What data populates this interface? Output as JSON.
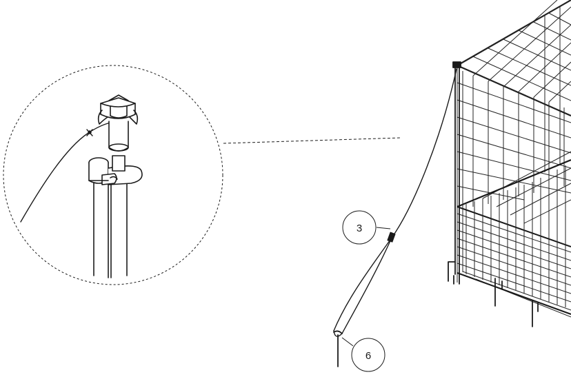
{
  "callouts": [
    {
      "id": "callout-3",
      "label": "3"
    },
    {
      "id": "callout-6",
      "label": "6"
    }
  ],
  "colors": {
    "line": "#1a1a1a",
    "background": "#ffffff"
  }
}
